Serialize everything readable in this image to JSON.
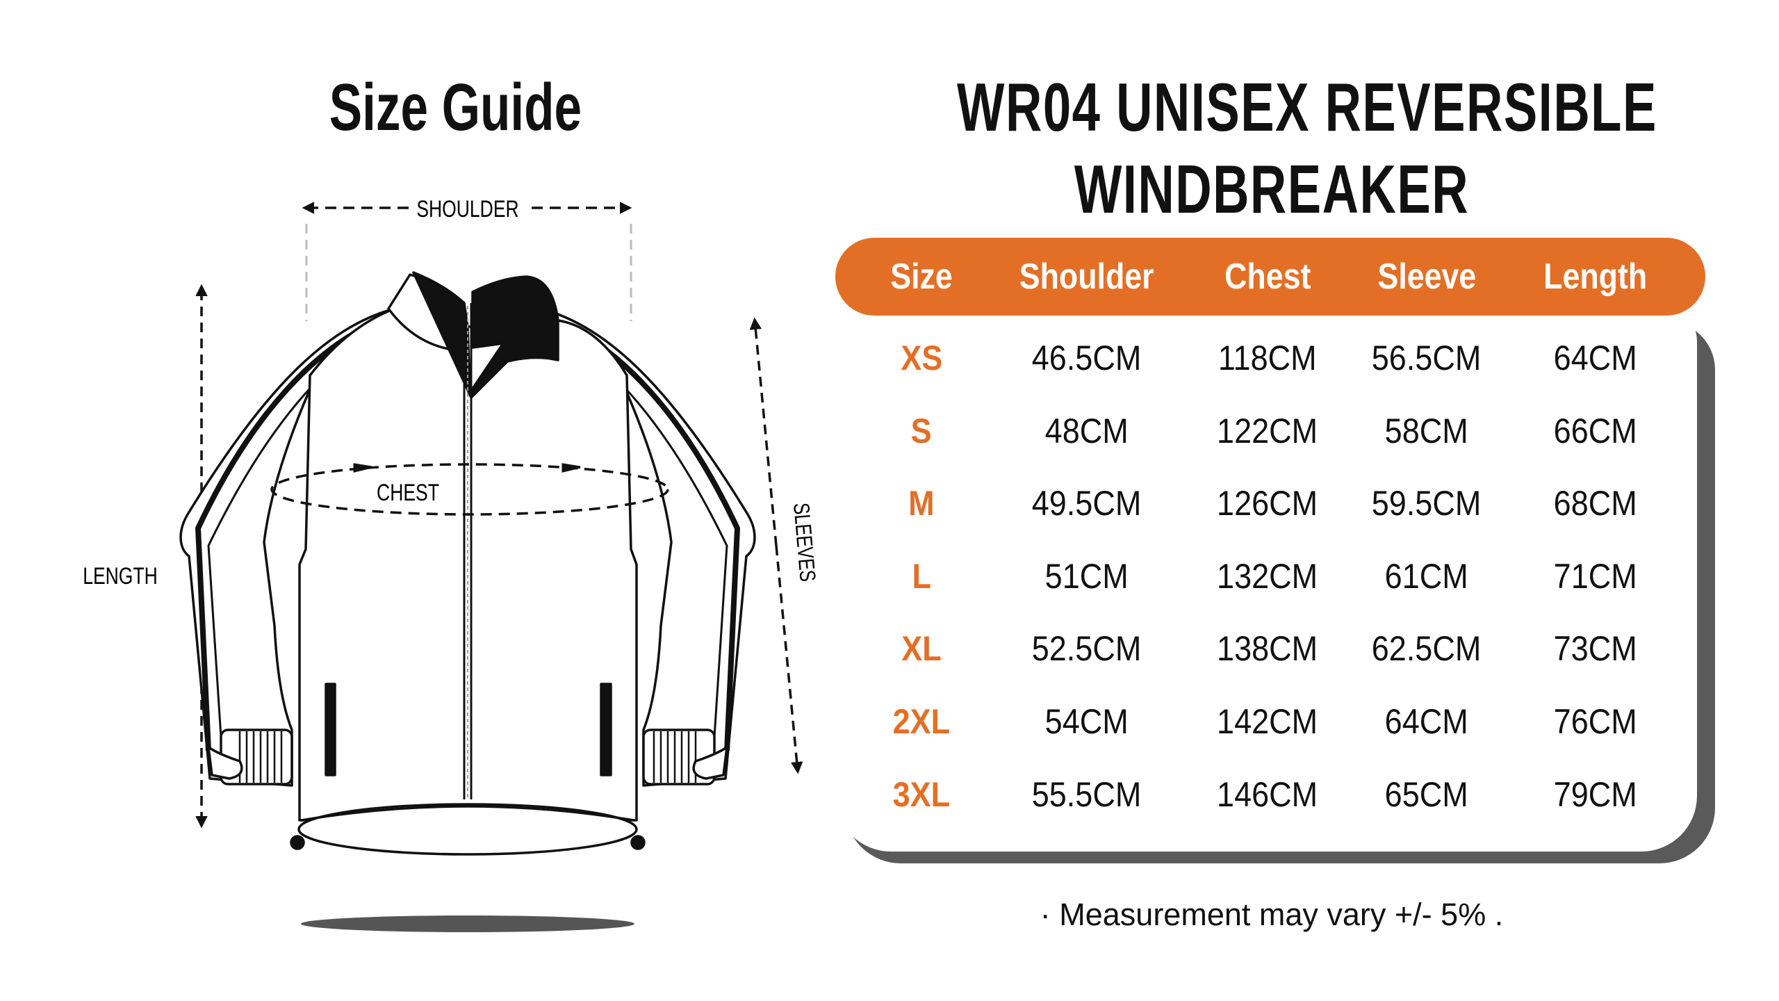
{
  "guide_title": "Size Guide",
  "product_title": {
    "line1": "WR04 UNISEX REVERSIBLE",
    "line2": "WINDBREAKER"
  },
  "diagram_labels": {
    "shoulder": "SHOULDER",
    "chest": "CHEST",
    "length": "LENGTH",
    "sleeves": "SLEEVES"
  },
  "table": {
    "headers": [
      "Size",
      "Shoulder",
      "Chest",
      "Sleeve",
      "Length"
    ],
    "rows": [
      [
        "XS",
        "46.5CM",
        "118CM",
        "56.5CM",
        "64CM"
      ],
      [
        "S",
        "48CM",
        "122CM",
        "58CM",
        "66CM"
      ],
      [
        "M",
        "49.5CM",
        "126CM",
        "59.5CM",
        "68CM"
      ],
      [
        "L",
        "51CM",
        "132CM",
        "61CM",
        "71CM"
      ],
      [
        "XL",
        "52.5CM",
        "138CM",
        "62.5CM",
        "73CM"
      ],
      [
        "2XL",
        "54CM",
        "142CM",
        "64CM",
        "76CM"
      ],
      [
        "3XL",
        "55.5CM",
        "146CM",
        "65CM",
        "79CM"
      ]
    ]
  },
  "note": "· Measurement may vary +/- 5% .",
  "colors": {
    "accent": "#e36f26",
    "shadow": "#5a5a5a"
  }
}
